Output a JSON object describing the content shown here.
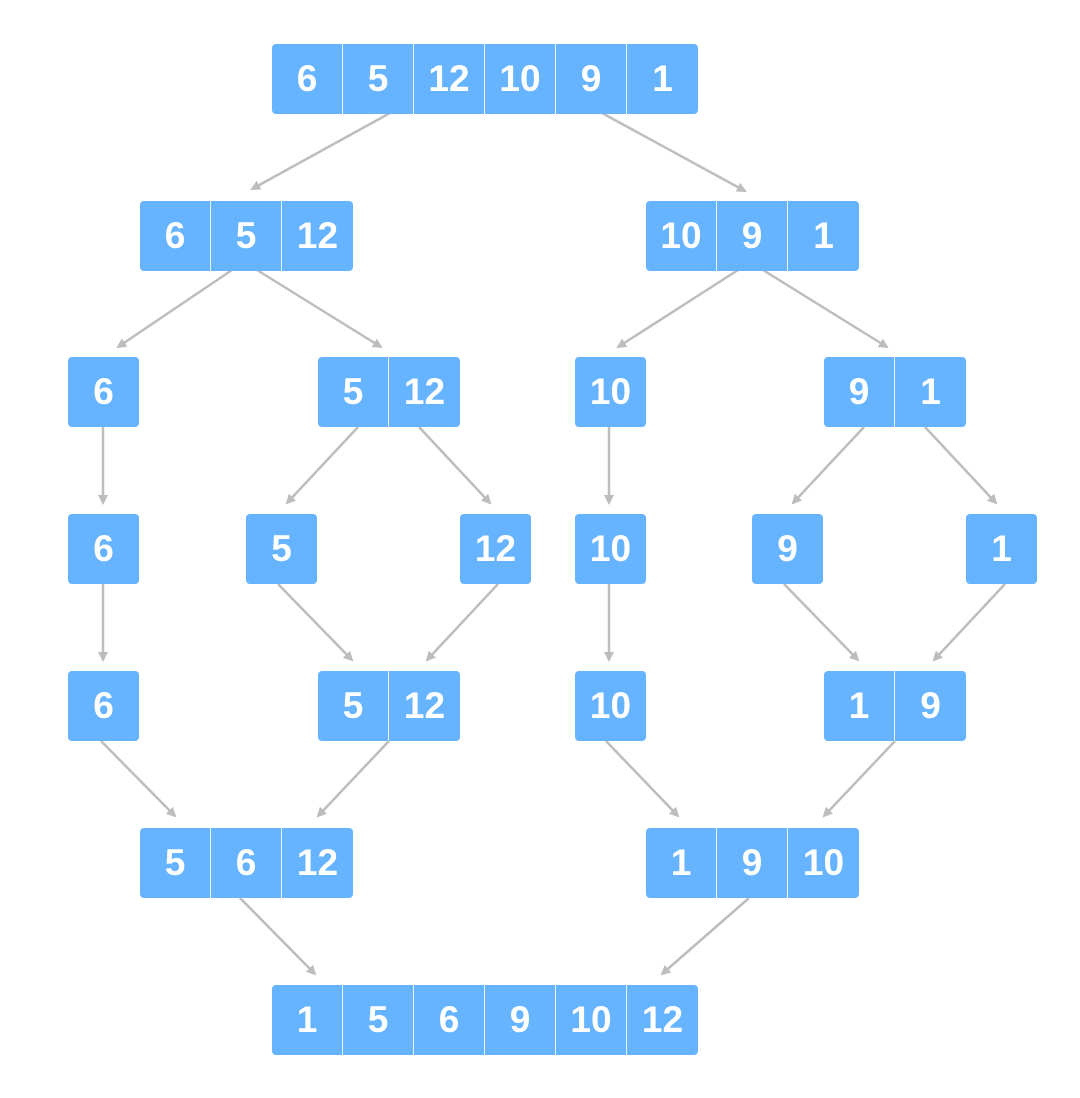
{
  "colors": {
    "cell_fill": "#66b3ff",
    "cell_text": "#ffffff",
    "arrow": "#bdbdbd"
  },
  "level_1_input": [
    "6",
    "5",
    "12",
    "10",
    "9",
    "1"
  ],
  "level_2_split": {
    "left": [
      "6",
      "5",
      "12"
    ],
    "right": [
      "10",
      "9",
      "1"
    ]
  },
  "level_3_split": {
    "a": [
      "6"
    ],
    "b": [
      "5",
      "12"
    ],
    "c": [
      "10"
    ],
    "d": [
      "9",
      "1"
    ]
  },
  "level_4_single": {
    "a": [
      "6"
    ],
    "b": [
      "5"
    ],
    "c": [
      "12"
    ],
    "d": [
      "10"
    ],
    "e": [
      "9"
    ],
    "f": [
      "1"
    ]
  },
  "level_5_merge": {
    "a": [
      "6"
    ],
    "b": [
      "5",
      "12"
    ],
    "c": [
      "10"
    ],
    "d": [
      "1",
      "9"
    ]
  },
  "level_6_merge": {
    "left": [
      "5",
      "6",
      "12"
    ],
    "right": [
      "1",
      "9",
      "10"
    ]
  },
  "level_7_output": [
    "1",
    "5",
    "6",
    "9",
    "10",
    "12"
  ]
}
